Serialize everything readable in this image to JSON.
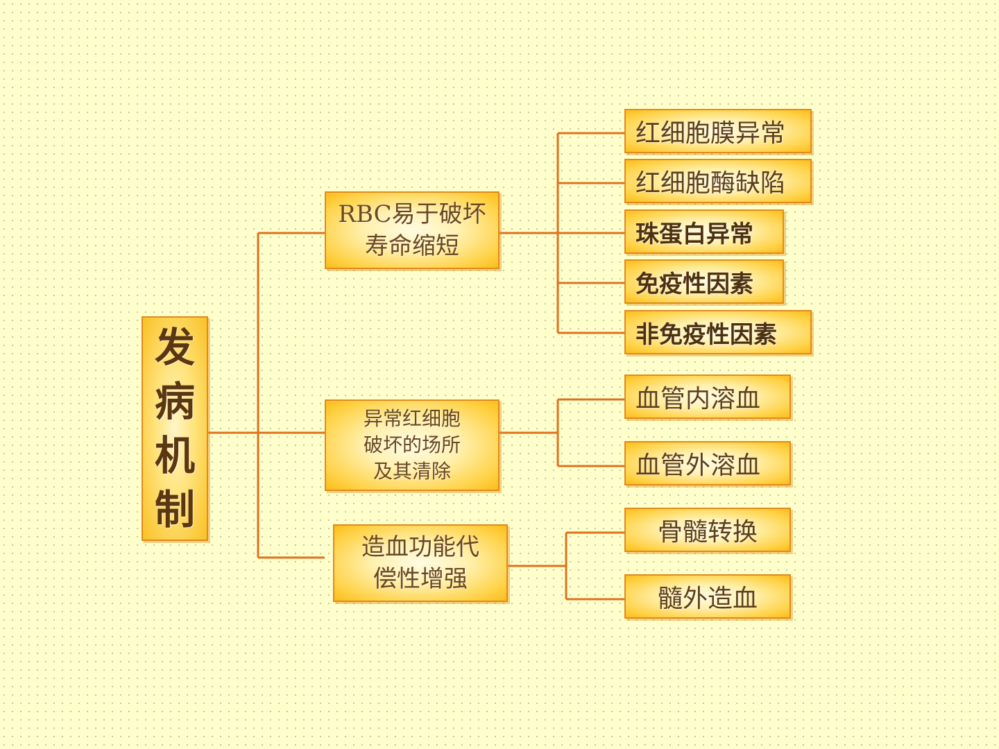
{
  "root": {
    "label": "发\n病\n机\n制"
  },
  "branches": [
    {
      "label": "RBC易于破坏\n寿命缩短",
      "children": [
        "红细胞膜异常",
        "红细胞酶缺陷",
        "珠蛋白异常",
        "免疫性因素",
        "非免疫性因素"
      ]
    },
    {
      "label": "异常红细胞\n破坏的场所\n及其清除",
      "children": [
        "血管内溶血",
        "血管外溶血"
      ]
    },
    {
      "label": "造血功能代\n偿性增强",
      "children": [
        "骨髓转换",
        "髓外造血"
      ]
    }
  ],
  "colors": {
    "background": "#ffffcc",
    "connector": "#e0701e",
    "box_border": "#e08a1e",
    "box_fill": "#ffd34a",
    "text": "#5a3a16"
  }
}
